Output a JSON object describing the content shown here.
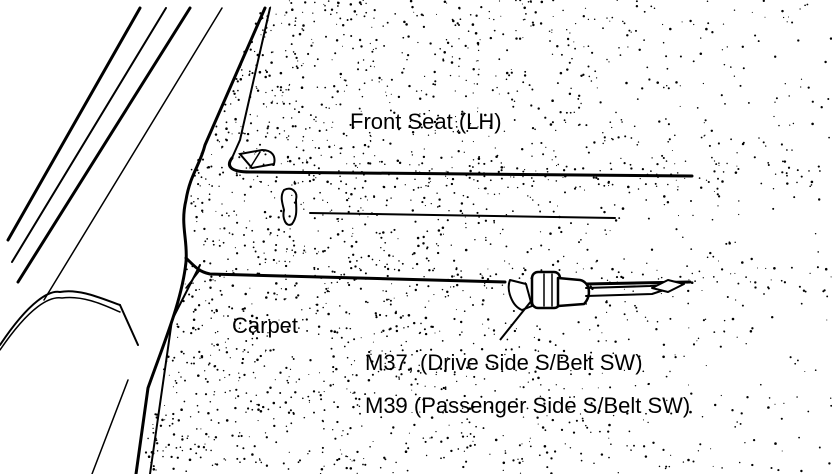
{
  "labels": {
    "front_seat": "Front Seat (LH)",
    "carpet": "Carpet",
    "m37": "M37, (Drive Side S/Belt SW)",
    "m39": "M39 (Passenger Side S/Belt SW)"
  },
  "colors": {
    "ink": "#000000",
    "paper": "#ffffff"
  }
}
